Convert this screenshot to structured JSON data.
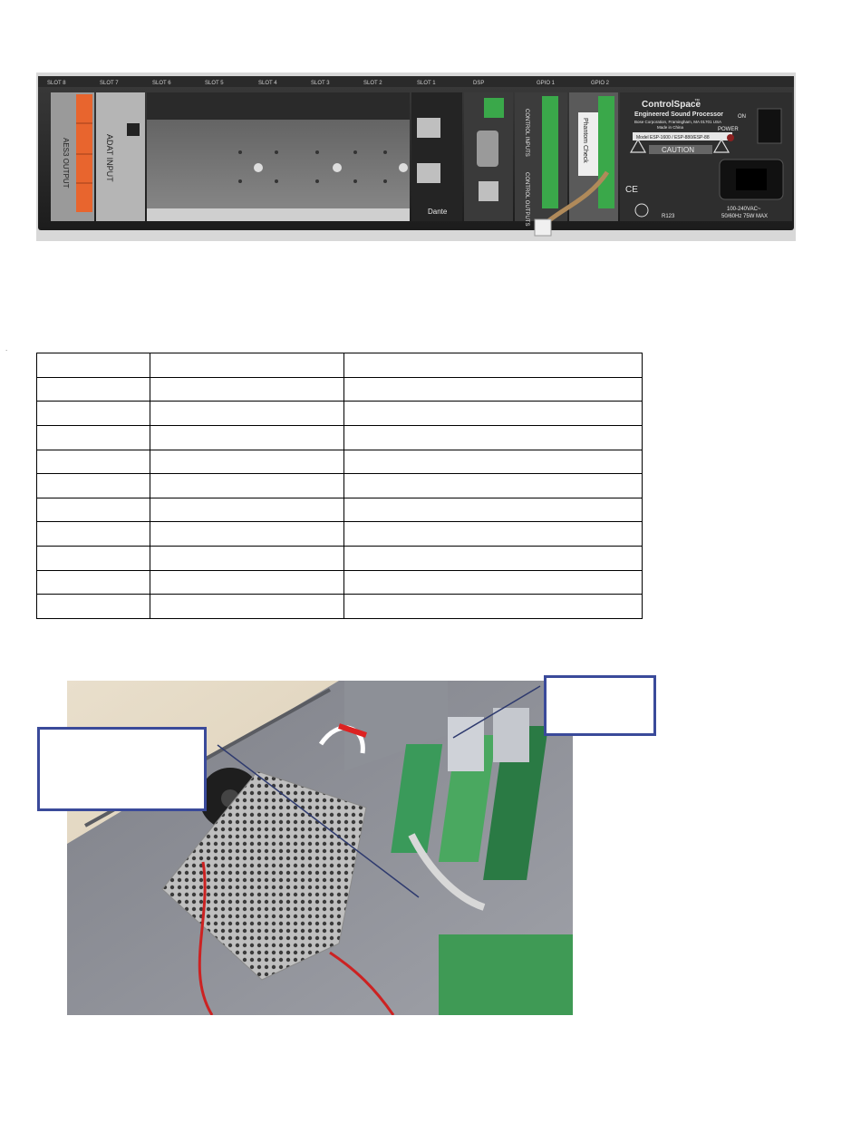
{
  "rear_panel": {
    "slot_labels": [
      "SLOT 8",
      "SLOT 7",
      "SLOT 6",
      "SLOT 5",
      "SLOT 4",
      "SLOT 3",
      "SLOT 2",
      "SLOT 1",
      "DSP",
      "GPIO 1",
      "GPIO 2"
    ],
    "aes3_label": "AES3 OUTPUT",
    "adat_label": "ADAT INPUT",
    "dante_label": "Dante",
    "control_inputs_label": "CONTROL INPUTS",
    "control_outputs_label": "CONTROL OUTPUTS",
    "phantom_label": "Phantom Check",
    "brand": "ControlSpace",
    "brand_tm": "™",
    "product": "Engineered Sound Processor",
    "company_line": "Bose Corporation, Framingham, MA 01701 USA",
    "made_in": "Made in China",
    "model_line": "Model ESP-1600 / ESP-880/ESP-88",
    "caution_title": "CAUTION",
    "power_on": "ON",
    "power_label": "POWER",
    "ac_rating_1": "100-240VAC~",
    "ac_rating_2": "50/60Hz 75W MAX",
    "ce_mark": "CE",
    "r_code": "R123"
  },
  "table": {
    "rows": 11,
    "columns": 3
  },
  "callouts": {
    "left_text": "",
    "right_text": ""
  },
  "colors": {
    "callout_border": "#3a4a9a",
    "terminal_orange": "#e8652e",
    "terminal_green": "#3aa84a",
    "panel_dark": "#2b2b2b"
  }
}
